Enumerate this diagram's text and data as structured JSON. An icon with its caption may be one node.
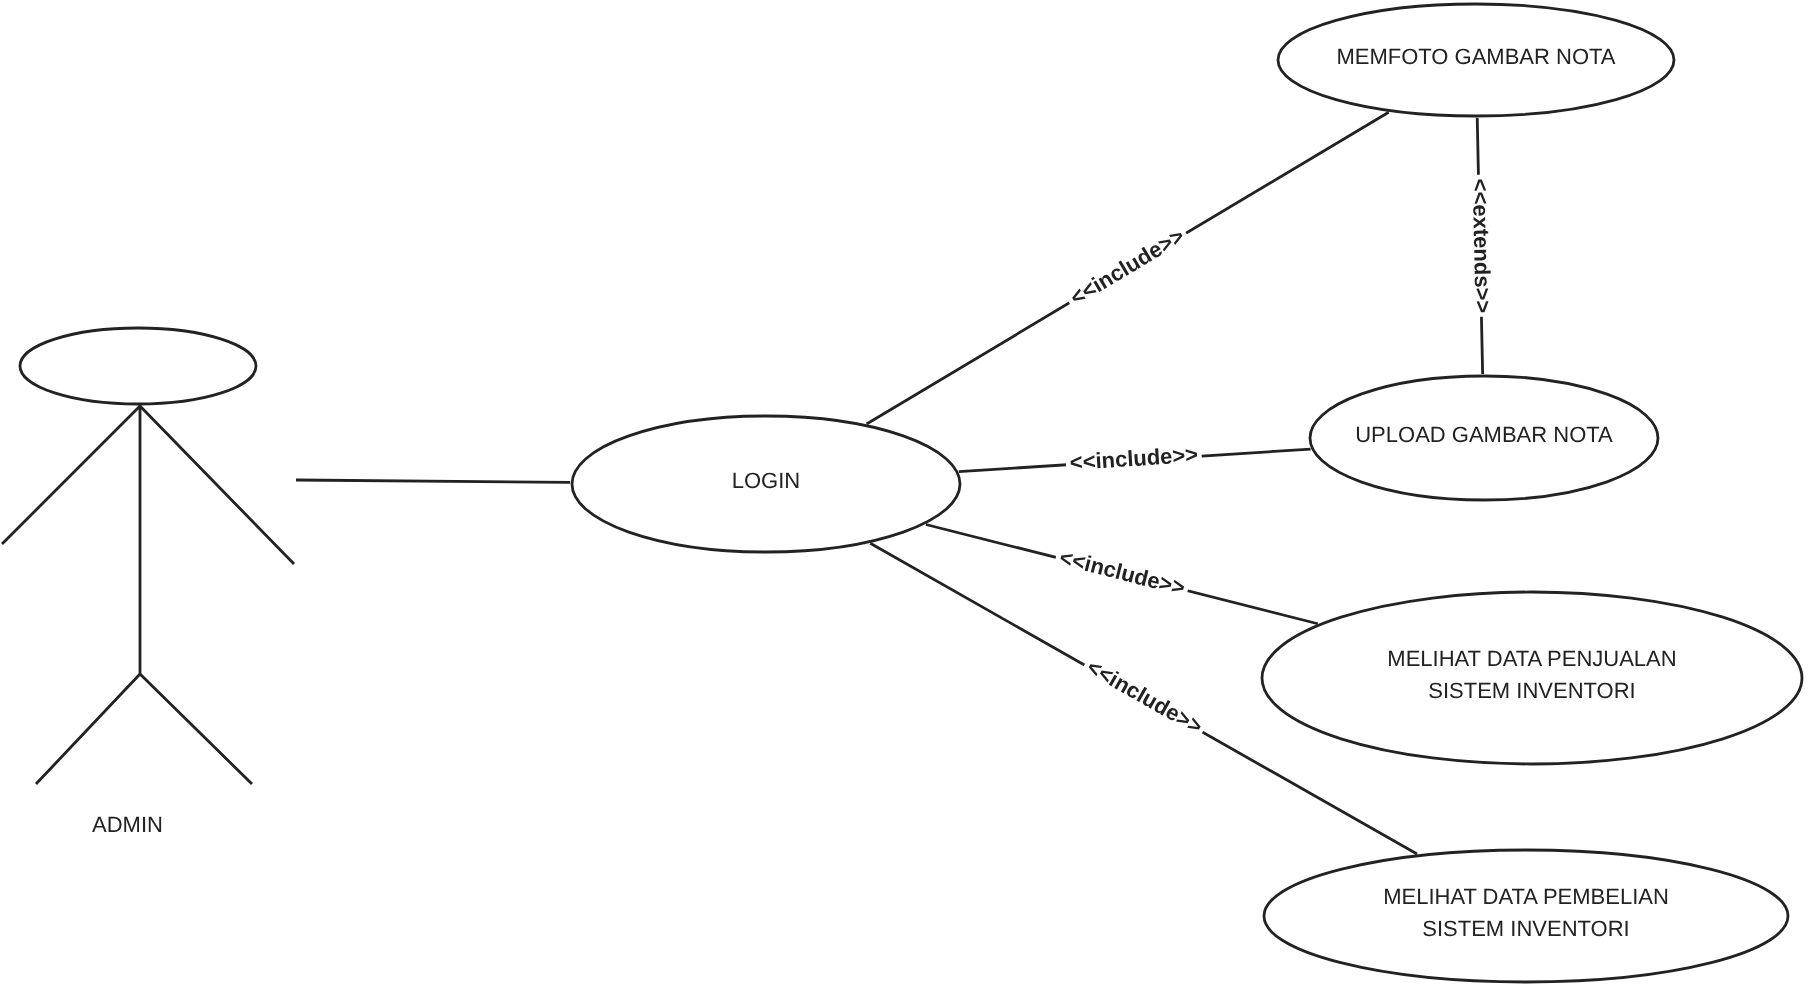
{
  "diagram": {
    "nodes": [
      {
        "text": [
          "ADMIN"
        ]
      },
      {
        "text": [
          "LOGIN"
        ]
      },
      {
        "text": [
          "MEMFOTO GAMBAR NOTA"
        ]
      },
      {
        "text": [
          "UPLOAD GAMBAR NOTA"
        ]
      },
      {
        "text": [
          "MELIHAT DATA PENJUALAN SISTEM INVENTORI"
        ]
      },
      {
        "text": [
          "MELIHAT DATA PEMBELIAN SISTEM INVENTORI"
        ]
      }
    ],
    "edges": [
      {
        "from": 0,
        "to": 1,
        "arrow": "none"
      },
      {
        "from": 1,
        "to": 2,
        "arrow": "none",
        "label": "<<include>>"
      },
      {
        "from": 1,
        "to": 3,
        "arrow": "none",
        "label": "<<include>>"
      },
      {
        "from": 1,
        "to": 4,
        "arrow": "none",
        "label": "<<include>>"
      },
      {
        "from": 1,
        "to": 5,
        "arrow": "none",
        "label": "<<include>>"
      },
      {
        "from": 2,
        "to": 3,
        "arrow": "none",
        "label": "<<extends>>"
      }
    ]
  }
}
